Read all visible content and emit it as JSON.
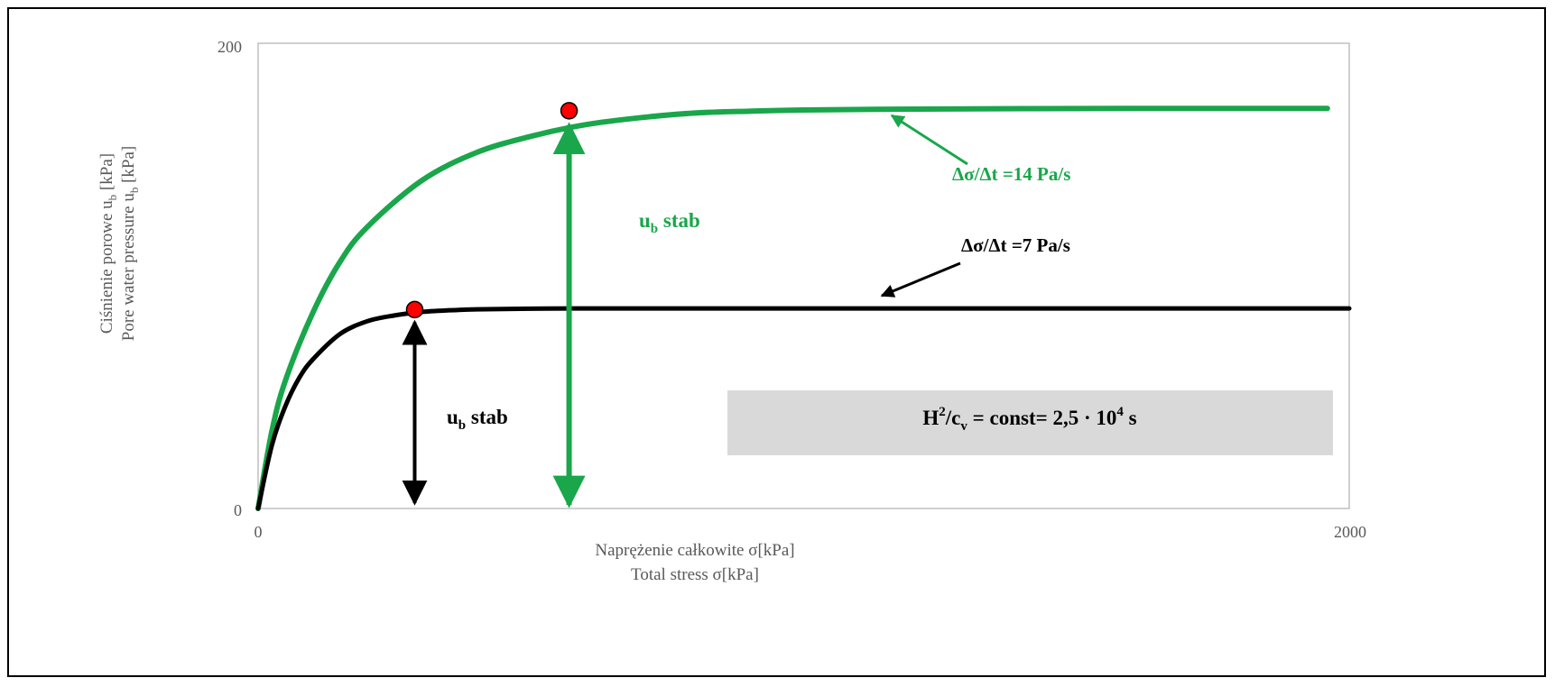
{
  "chart_data": {
    "type": "line",
    "xlabel": [
      "Naprężenie całkowite σ[kPa]",
      "Total stress σ[kPa]"
    ],
    "ylabel": {
      "pl_prefix": "Ciśnienie porowe u",
      "pl_sub": "b",
      "pl_suffix": " [kPa]",
      "en_prefix": "Pore water pressure u",
      "en_sub": "b",
      "en_suffix": " [kPa]"
    },
    "xlim": [
      0,
      2000
    ],
    "ylim": [
      0,
      200
    ],
    "x_ticks": [
      "0",
      "2000"
    ],
    "y_ticks": [
      "0",
      "200"
    ],
    "grid": false,
    "series": [
      {
        "name": "Δσ/Δt =14 Pa/s",
        "color": "#1aa64b",
        "asymptote": 172,
        "x": [
          0,
          25,
          50,
          100,
          150,
          200,
          300,
          400,
          500,
          600,
          700,
          800,
          900,
          1000,
          1200,
          1400,
          1600,
          1800,
          1960
        ],
        "y": [
          0,
          33,
          55,
          84,
          106,
          121,
          141,
          153,
          160,
          165,
          168,
          170,
          170.8,
          171.3,
          171.7,
          171.9,
          172,
          172,
          172
        ],
        "stab_point": [
          570,
          171
        ],
        "stab_label_main": "u",
        "stab_label_sub": "b",
        "stab_label_rest": " stab"
      },
      {
        "name": "Δσ/Δt =7 Pa/s",
        "color": "#000000",
        "asymptote": 86,
        "x": [
          0,
          25,
          50,
          75,
          100,
          150,
          200,
          250,
          300,
          350,
          400,
          500,
          600,
          800,
          1000,
          1200,
          1400,
          1600,
          1800,
          2000
        ],
        "y": [
          0,
          27,
          44,
          56,
          64,
          75,
          80.5,
          83,
          84.5,
          85.2,
          85.6,
          85.9,
          86,
          86,
          86,
          86,
          86,
          86,
          86,
          86
        ],
        "stab_point": [
          287,
          85.5
        ],
        "stab_label_main": "u",
        "stab_label_sub": "b",
        "stab_label_rest": " stab"
      }
    ],
    "marker_color": "#ff0000",
    "annotation": {
      "main": "H",
      "sup1": "2",
      "mid": "/c",
      "sub": "v",
      "rest": " = const=  2,5 · 10",
      "sup2": "4",
      "tail": " s",
      "box_color": "#d9d9d9"
    }
  }
}
